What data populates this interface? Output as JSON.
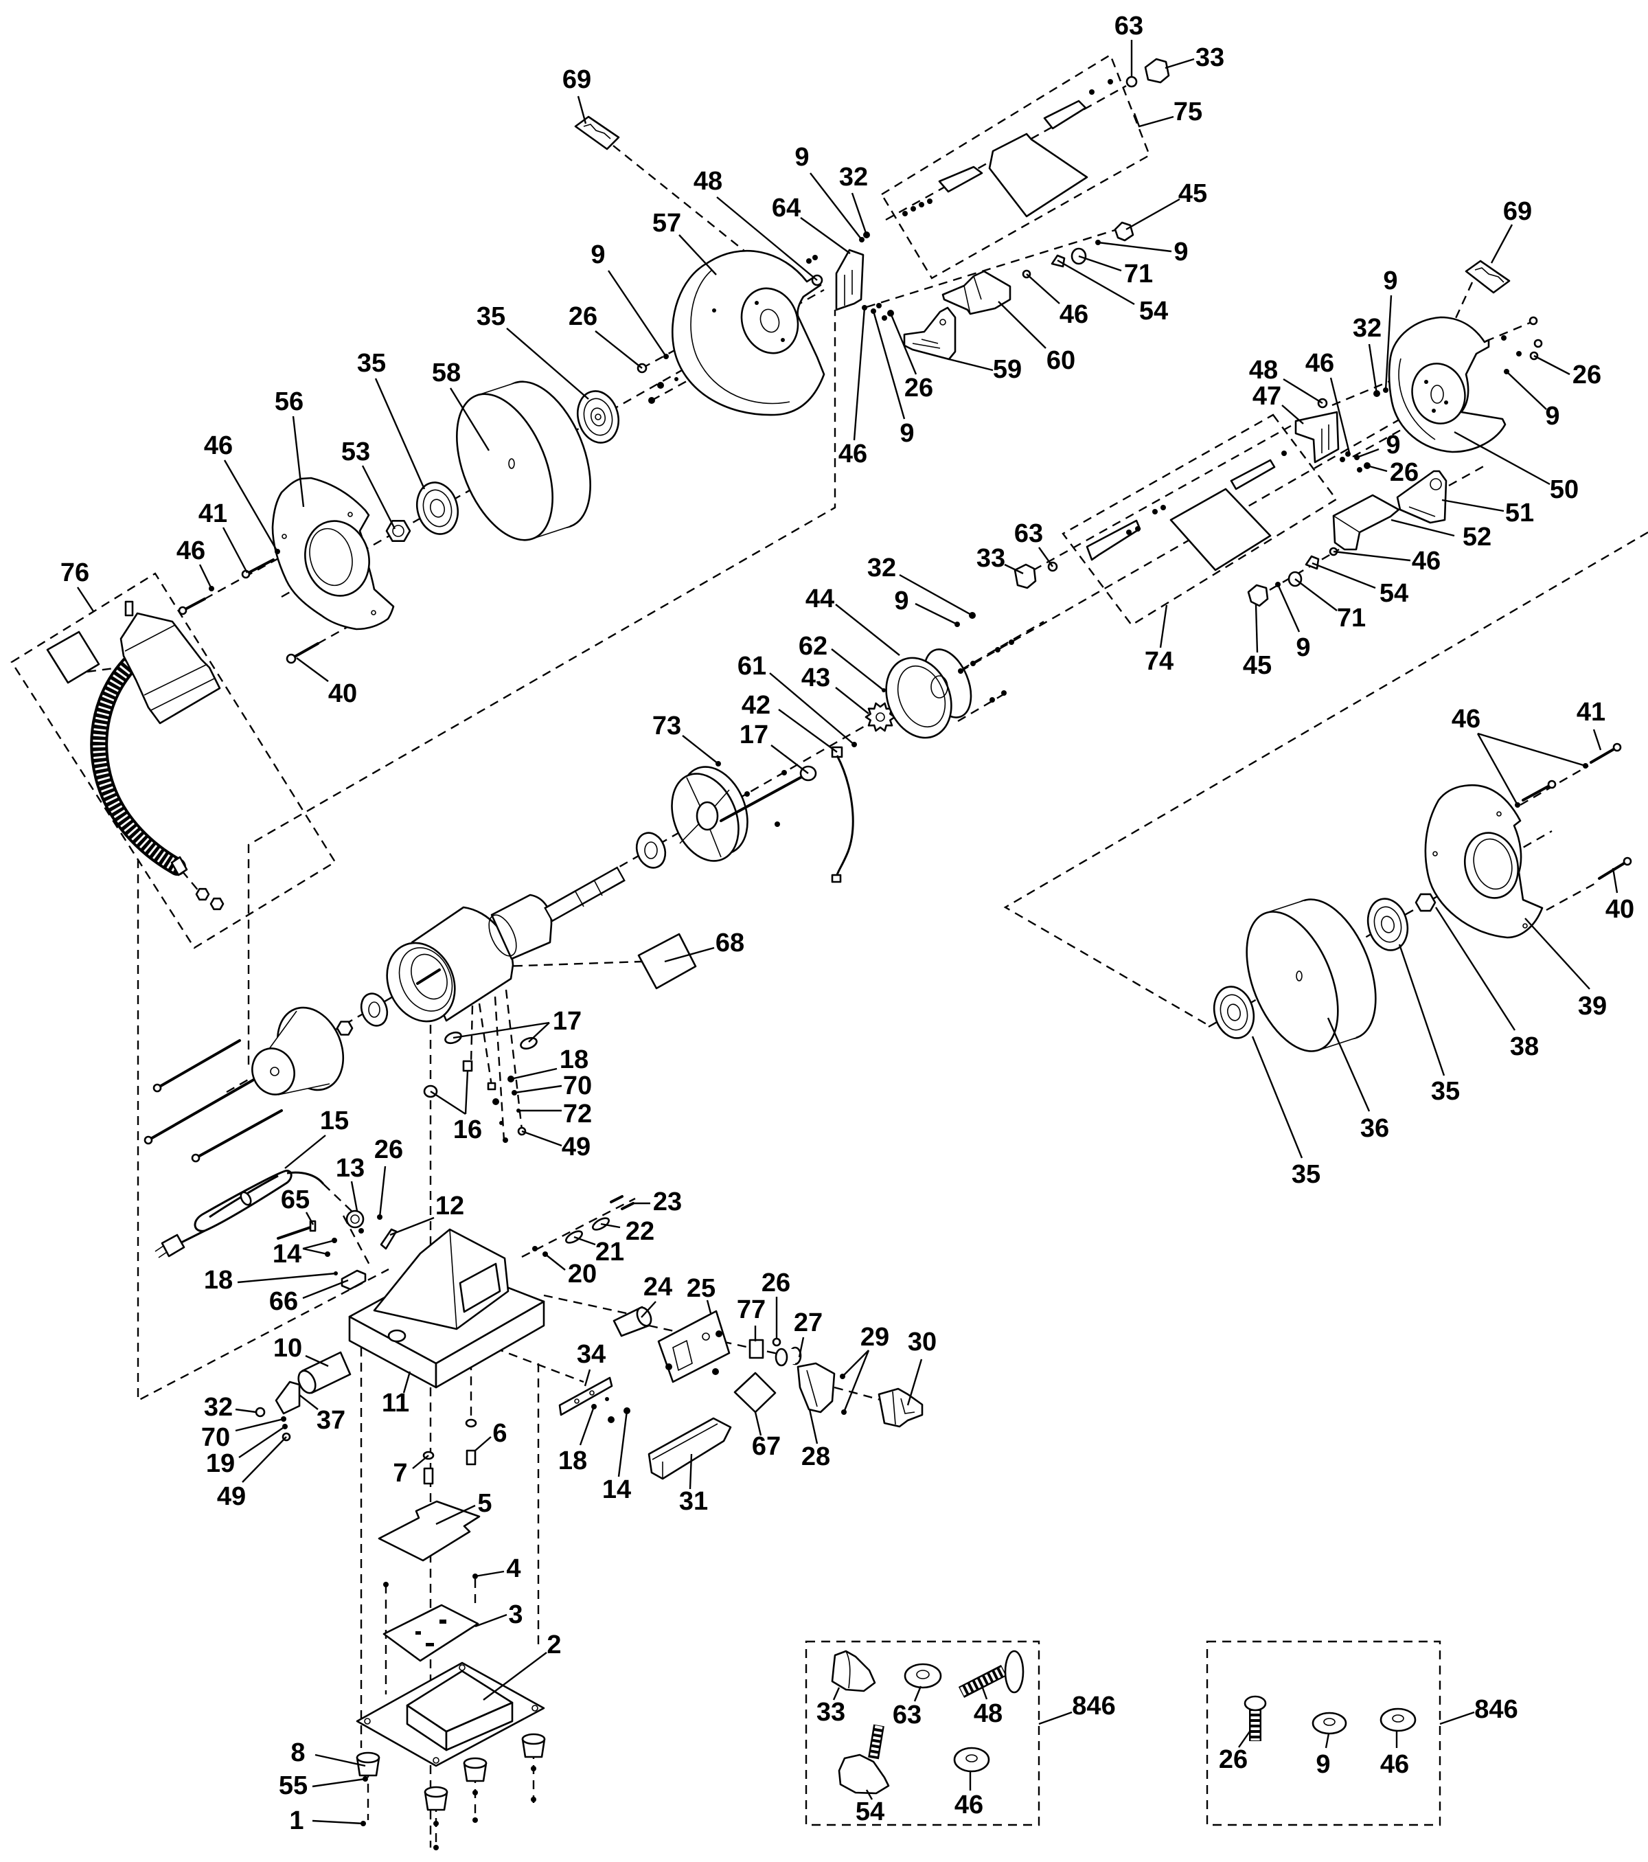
{
  "labels": {
    "left_wheel": [
      "69",
      "48",
      "9",
      "32",
      "64",
      "57",
      "9",
      "26",
      "35",
      "35",
      "58",
      "56",
      "53",
      "46",
      "41",
      "46",
      "40"
    ],
    "lamp": [
      "76"
    ],
    "left_tool_rest": [
      "46",
      "60",
      "59",
      "26",
      "9",
      "46",
      "45",
      "9",
      "71",
      "54"
    ],
    "eye_shield_left": [
      "63",
      "33",
      "75"
    ],
    "right_guard": [
      "69",
      "9",
      "32",
      "26",
      "9",
      "48",
      "46",
      "47",
      "9",
      "26",
      "50",
      "51",
      "52",
      "46",
      "54",
      "71",
      "9",
      "45"
    ],
    "eye_shield_right": [
      "74",
      "63",
      "33"
    ],
    "motor": [
      "32",
      "9",
      "44",
      "62",
      "43",
      "61",
      "42",
      "17",
      "73",
      "68",
      "17",
      "18",
      "70",
      "72",
      "16",
      "49"
    ],
    "right_wheel": [
      "46",
      "41",
      "40",
      "39",
      "38",
      "35",
      "36",
      "35"
    ],
    "base": [
      "15",
      "13",
      "26",
      "65",
      "12",
      "14",
      "18",
      "66",
      "23",
      "22",
      "21",
      "20",
      "10",
      "11",
      "32",
      "37",
      "70",
      "6",
      "19",
      "7",
      "49",
      "34",
      "18",
      "14",
      "5",
      "4",
      "3",
      "2",
      "8",
      "55",
      "1"
    ],
    "switch": [
      "24",
      "25",
      "26",
      "77",
      "27",
      "29",
      "30",
      "67",
      "28",
      "31"
    ]
  },
  "kits": [
    {
      "label": "846",
      "items": [
        "33",
        "63",
        "48",
        "54",
        "46"
      ]
    },
    {
      "label": "846",
      "items": [
        "26",
        "9",
        "46"
      ]
    }
  ]
}
